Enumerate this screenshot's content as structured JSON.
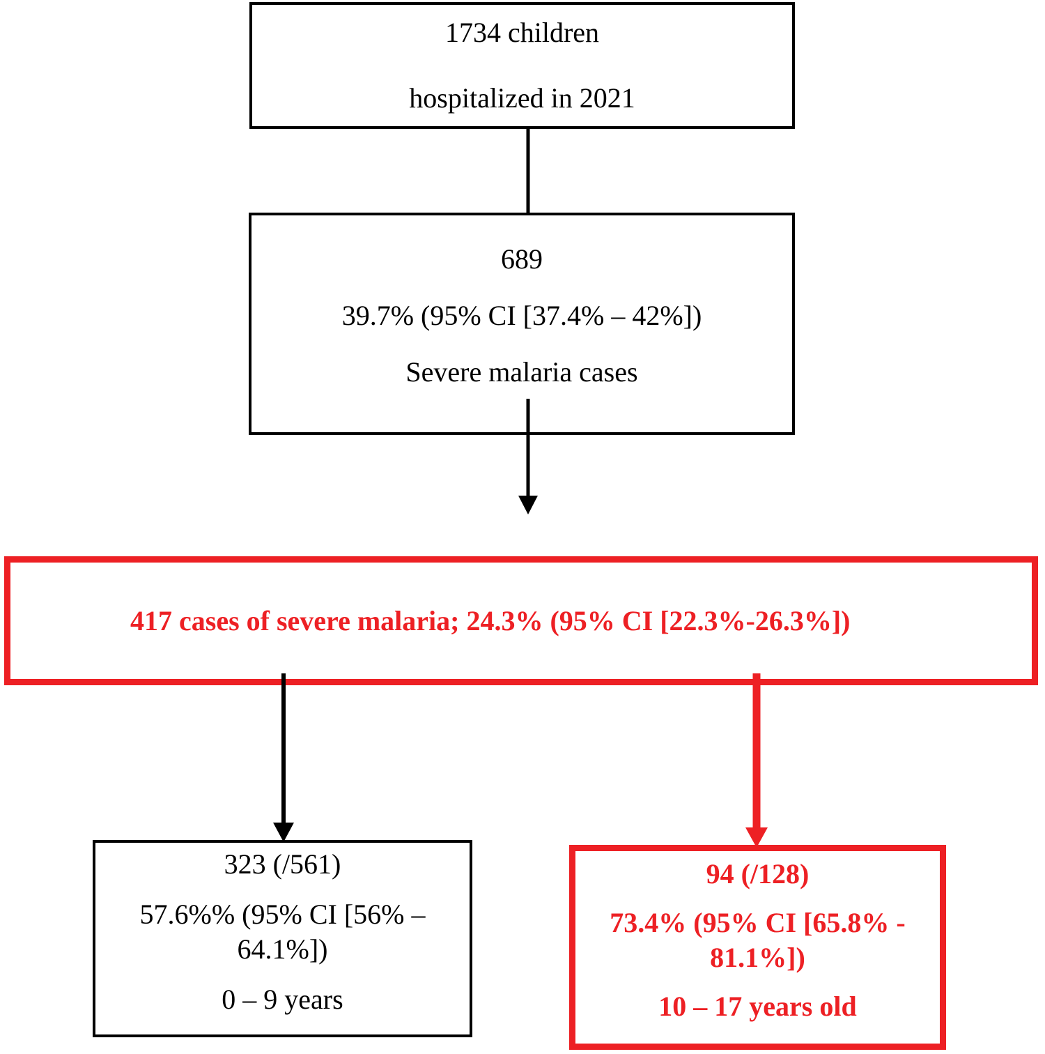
{
  "diagram": {
    "title": "Severe malaria study flow diagram",
    "colors": {
      "black": "#000000",
      "red": "#ED2024",
      "background": "#FFFFFF"
    },
    "nodes": {
      "total": {
        "line1": "1734 children",
        "line2": "hospitalized in 2021"
      },
      "severe": {
        "line1": "689",
        "line2": "39.7% (95% CI [37.4% – 42%])",
        "line3": "Severe malaria cases"
      },
      "red_main": {
        "line1": "417 cases of severe malaria; 24.3% (95% CI [22.3%-26.3%])"
      },
      "age_young": {
        "line1": "323 (/561)",
        "line2": "57.6%% (95% CI [56% – 64.1%])",
        "line3": "0 – 9 years"
      },
      "age_old": {
        "line1": "94 (/128)",
        "line2": "73.4% (95% CI [65.8% - 81.1%])",
        "line3": "10 – 17 years old"
      }
    },
    "connectors": [
      {
        "name": "total-to-severe",
        "color": "#000000"
      },
      {
        "name": "severe-to-red-main",
        "color": "#000000"
      },
      {
        "name": "red-main-to-age-young",
        "color": "#000000"
      },
      {
        "name": "red-main-to-age-old",
        "color": "#ED2024"
      }
    ]
  }
}
